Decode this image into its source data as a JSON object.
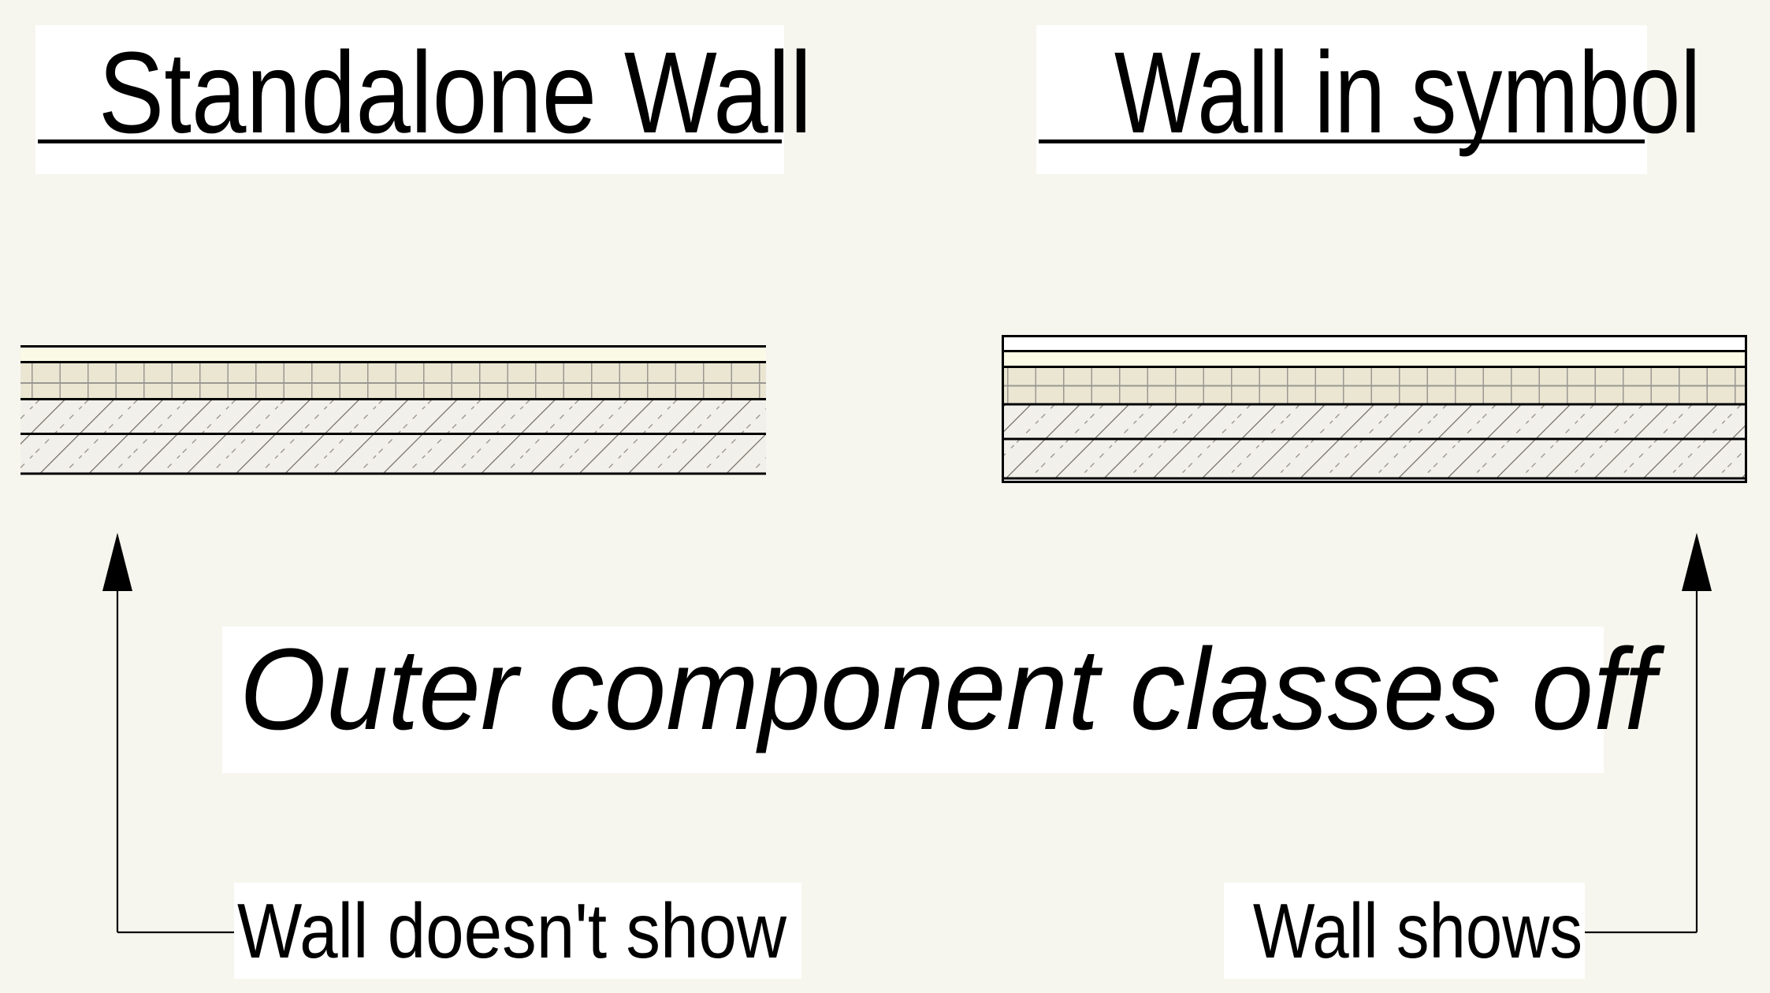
{
  "colors": {
    "background": "#f6f6ee",
    "panel": "#ffffff",
    "ink": "#000000",
    "cream_layer": "#fafae6",
    "brick_fill": "#ebe6d2",
    "brick_grid": "#9a9892",
    "hatch_bg": "#f2f0eb",
    "hatch_line": "#6f6b62",
    "hatch_dash": "#8d897f"
  },
  "titles": {
    "left": "Standalone Wall",
    "right": "Wall in symbol"
  },
  "caption": "Outer component classes off",
  "labels": {
    "left": "Wall doesn't show",
    "right": "Wall shows"
  },
  "walls": {
    "left": {
      "name": "standalone-wall",
      "layers": [
        "cream-finish-layer",
        "masonry-grid-layer",
        "diagonal-hatch-layer-1",
        "diagonal-hatch-layer-2"
      ]
    },
    "right": {
      "name": "wall-in-symbol",
      "layers": [
        "symbol-bounding-box",
        "white-margin",
        "cream-finish-layer",
        "masonry-grid-layer",
        "diagonal-hatch-layer-1",
        "diagonal-hatch-layer-2"
      ]
    }
  }
}
